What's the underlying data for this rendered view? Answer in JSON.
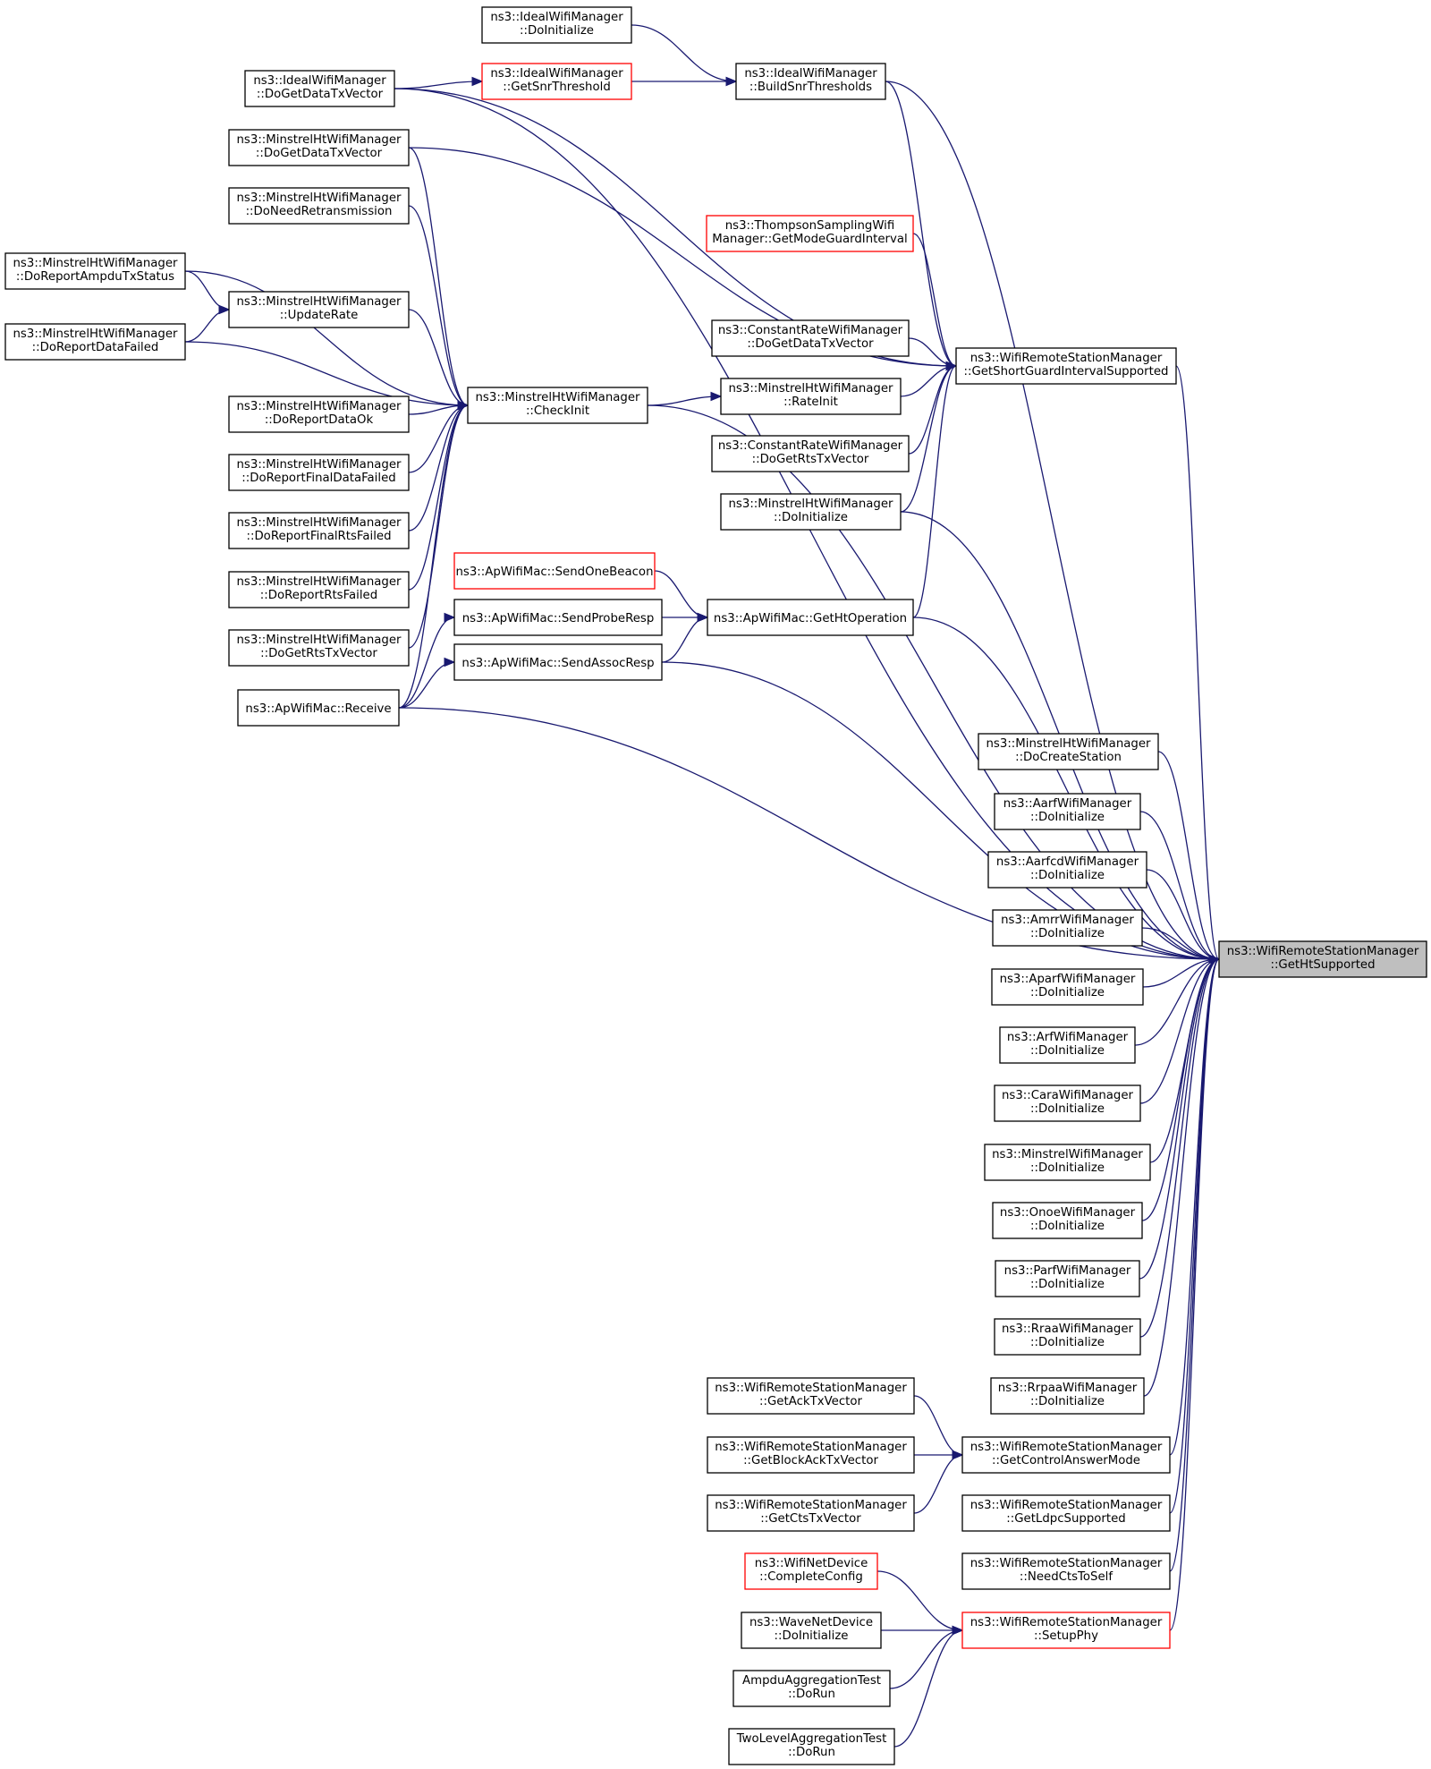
{
  "graph": {
    "colors": {
      "edge": "#191970",
      "highlight_border": "#ff0000",
      "focus_fill": "#bfbfbf",
      "node_border": "#000000"
    },
    "focus": "GetHtSupported",
    "nodes": [
      {
        "id": "GetHtSupported",
        "lines": [
          "ns3::WifiRemoteStationManager",
          "::GetHtSupported"
        ],
        "border": "black",
        "focus": true
      },
      {
        "id": "IdealDoInit",
        "lines": [
          "ns3::IdealWifiManager",
          "::DoInitialize"
        ],
        "border": "black"
      },
      {
        "id": "IdealDoGetData",
        "lines": [
          "ns3::IdealWifiManager",
          "::DoGetDataTxVector"
        ],
        "border": "black"
      },
      {
        "id": "IdealGetSnr",
        "lines": [
          "ns3::IdealWifiManager",
          "::GetSnrThreshold"
        ],
        "border": "red"
      },
      {
        "id": "IdealBuildSnr",
        "lines": [
          "ns3::IdealWifiManager",
          "::BuildSnrThresholds"
        ],
        "border": "black"
      },
      {
        "id": "MhtDoGetData",
        "lines": [
          "ns3::MinstrelHtWifiManager",
          "::DoGetDataTxVector"
        ],
        "border": "black"
      },
      {
        "id": "MhtDoNeedRetrans",
        "lines": [
          "ns3::MinstrelHtWifiManager",
          "::DoNeedRetransmission"
        ],
        "border": "black"
      },
      {
        "id": "ThompsonGuard",
        "lines": [
          "ns3::ThompsonSamplingWifi",
          "Manager::GetModeGuardInterval"
        ],
        "border": "red"
      },
      {
        "id": "MhtReportAmpdu",
        "lines": [
          "ns3::MinstrelHtWifiManager",
          "::DoReportAmpduTxStatus"
        ],
        "border": "black"
      },
      {
        "id": "MhtUpdateRate",
        "lines": [
          "ns3::MinstrelHtWifiManager",
          "::UpdateRate"
        ],
        "border": "black"
      },
      {
        "id": "MhtReportDataFailed",
        "lines": [
          "ns3::MinstrelHtWifiManager",
          "::DoReportDataFailed"
        ],
        "border": "black"
      },
      {
        "id": "ConstDoGetData",
        "lines": [
          "ns3::ConstantRateWifiManager",
          "::DoGetDataTxVector"
        ],
        "border": "black"
      },
      {
        "id": "GetShortGuard",
        "lines": [
          "ns3::WifiRemoteStationManager",
          "::GetShortGuardIntervalSupported"
        ],
        "border": "black"
      },
      {
        "id": "MhtRateInit",
        "lines": [
          "ns3::MinstrelHtWifiManager",
          "::RateInit"
        ],
        "border": "black"
      },
      {
        "id": "MhtCheckInit",
        "lines": [
          "ns3::MinstrelHtWifiManager",
          "::CheckInit"
        ],
        "border": "black"
      },
      {
        "id": "MhtReportDataOk",
        "lines": [
          "ns3::MinstrelHtWifiManager",
          "::DoReportDataOk"
        ],
        "border": "black"
      },
      {
        "id": "ConstDoGetRts",
        "lines": [
          "ns3::ConstantRateWifiManager",
          "::DoGetRtsTxVector"
        ],
        "border": "black"
      },
      {
        "id": "MhtReportFinalData",
        "lines": [
          "ns3::MinstrelHtWifiManager",
          "::DoReportFinalDataFailed"
        ],
        "border": "black"
      },
      {
        "id": "MhtDoInit",
        "lines": [
          "ns3::MinstrelHtWifiManager",
          "::DoInitialize"
        ],
        "border": "black"
      },
      {
        "id": "MhtReportFinalRts",
        "lines": [
          "ns3::MinstrelHtWifiManager",
          "::DoReportFinalRtsFailed"
        ],
        "border": "black"
      },
      {
        "id": "ApSendOneBeacon",
        "lines": [
          "ns3::ApWifiMac::SendOneBeacon"
        ],
        "border": "red"
      },
      {
        "id": "MhtReportRts",
        "lines": [
          "ns3::MinstrelHtWifiManager",
          "::DoReportRtsFailed"
        ],
        "border": "black"
      },
      {
        "id": "ApSendProbeResp",
        "lines": [
          "ns3::ApWifiMac::SendProbeResp"
        ],
        "border": "black"
      },
      {
        "id": "ApGetHtOp",
        "lines": [
          "ns3::ApWifiMac::GetHtOperation"
        ],
        "border": "black"
      },
      {
        "id": "MhtDoGetRts",
        "lines": [
          "ns3::MinstrelHtWifiManager",
          "::DoGetRtsTxVector"
        ],
        "border": "black"
      },
      {
        "id": "ApSendAssocResp",
        "lines": [
          "ns3::ApWifiMac::SendAssocResp"
        ],
        "border": "black"
      },
      {
        "id": "ApReceive",
        "lines": [
          "ns3::ApWifiMac::Receive"
        ],
        "border": "black"
      },
      {
        "id": "MhtCreateStation",
        "lines": [
          "ns3::MinstrelHtWifiManager",
          "::DoCreateStation"
        ],
        "border": "black"
      },
      {
        "id": "AarfInit",
        "lines": [
          "ns3::AarfWifiManager",
          "::DoInitialize"
        ],
        "border": "black"
      },
      {
        "id": "AarfcdInit",
        "lines": [
          "ns3::AarfcdWifiManager",
          "::DoInitialize"
        ],
        "border": "black"
      },
      {
        "id": "AmrrInit",
        "lines": [
          "ns3::AmrrWifiManager",
          "::DoInitialize"
        ],
        "border": "black"
      },
      {
        "id": "AparfInit",
        "lines": [
          "ns3::AparfWifiManager",
          "::DoInitialize"
        ],
        "border": "black"
      },
      {
        "id": "ArfInit",
        "lines": [
          "ns3::ArfWifiManager",
          "::DoInitialize"
        ],
        "border": "black"
      },
      {
        "id": "CaraInit",
        "lines": [
          "ns3::CaraWifiManager",
          "::DoInitialize"
        ],
        "border": "black"
      },
      {
        "id": "MinstrelInit",
        "lines": [
          "ns3::MinstrelWifiManager",
          "::DoInitialize"
        ],
        "border": "black"
      },
      {
        "id": "OnoeInit",
        "lines": [
          "ns3::OnoeWifiManager",
          "::DoInitialize"
        ],
        "border": "black"
      },
      {
        "id": "ParfInit",
        "lines": [
          "ns3::ParfWifiManager",
          "::DoInitialize"
        ],
        "border": "black"
      },
      {
        "id": "RraaInit",
        "lines": [
          "ns3::RraaWifiManager",
          "::DoInitialize"
        ],
        "border": "black"
      },
      {
        "id": "RrpaaInit",
        "lines": [
          "ns3::RrpaaWifiManager",
          "::DoInitialize"
        ],
        "border": "black"
      },
      {
        "id": "WrsmGetAck",
        "lines": [
          "ns3::WifiRemoteStationManager",
          "::GetAckTxVector"
        ],
        "border": "black"
      },
      {
        "id": "WrsmGetCtrl",
        "lines": [
          "ns3::WifiRemoteStationManager",
          "::GetControlAnswerMode"
        ],
        "border": "black"
      },
      {
        "id": "WrsmGetBlockAck",
        "lines": [
          "ns3::WifiRemoteStationManager",
          "::GetBlockAckTxVector"
        ],
        "border": "black"
      },
      {
        "id": "WrsmGetCts",
        "lines": [
          "ns3::WifiRemoteStationManager",
          "::GetCtsTxVector"
        ],
        "border": "black"
      },
      {
        "id": "WrsmGetLdpc",
        "lines": [
          "ns3::WifiRemoteStationManager",
          "::GetLdpcSupported"
        ],
        "border": "black"
      },
      {
        "id": "WrsmNeedCts",
        "lines": [
          "ns3::WifiRemoteStationManager",
          "::NeedCtsToSelf"
        ],
        "border": "black"
      },
      {
        "id": "WifiNetComplete",
        "lines": [
          "ns3::WifiNetDevice",
          "::CompleteConfig"
        ],
        "border": "red"
      },
      {
        "id": "WrsmSetupPhy",
        "lines": [
          "ns3::WifiRemoteStationManager",
          "::SetupPhy"
        ],
        "border": "red"
      },
      {
        "id": "WaveDoInit",
        "lines": [
          "ns3::WaveNetDevice",
          "::DoInitialize"
        ],
        "border": "black"
      },
      {
        "id": "AmpduTest",
        "lines": [
          "AmpduAggregationTest",
          "::DoRun"
        ],
        "border": "black"
      },
      {
        "id": "TwoLevelTest",
        "lines": [
          "TwoLevelAggregationTest",
          "::DoRun"
        ],
        "border": "black"
      }
    ],
    "edges": [
      {
        "from": "IdealDoInit",
        "to": "IdealBuildSnr"
      },
      {
        "from": "IdealDoGetData",
        "to": "IdealGetSnr"
      },
      {
        "from": "IdealGetSnr",
        "to": "IdealBuildSnr"
      },
      {
        "from": "IdealBuildSnr",
        "to": "GetShortGuard"
      },
      {
        "from": "IdealBuildSnr",
        "to": "GetHtSupported"
      },
      {
        "from": "IdealDoGetData",
        "to": "GetShortGuard"
      },
      {
        "from": "IdealDoGetData",
        "to": "GetHtSupported"
      },
      {
        "from": "MhtDoGetData",
        "to": "GetShortGuard"
      },
      {
        "from": "MhtDoGetData",
        "to": "MhtCheckInit"
      },
      {
        "from": "MhtDoNeedRetrans",
        "to": "MhtCheckInit"
      },
      {
        "from": "ThompsonGuard",
        "to": "GetShortGuard"
      },
      {
        "from": "MhtReportAmpdu",
        "to": "MhtUpdateRate"
      },
      {
        "from": "MhtReportAmpdu",
        "to": "MhtCheckInit"
      },
      {
        "from": "MhtReportDataFailed",
        "to": "MhtUpdateRate"
      },
      {
        "from": "MhtReportDataFailed",
        "to": "MhtCheckInit"
      },
      {
        "from": "MhtUpdateRate",
        "to": "MhtCheckInit"
      },
      {
        "from": "ConstDoGetData",
        "to": "GetShortGuard"
      },
      {
        "from": "MhtRateInit",
        "to": "GetShortGuard"
      },
      {
        "from": "ConstDoGetRts",
        "to": "GetShortGuard"
      },
      {
        "from": "MhtDoInit",
        "to": "GetShortGuard"
      },
      {
        "from": "ApGetHtOp",
        "to": "GetShortGuard"
      },
      {
        "from": "MhtCheckInit",
        "to": "MhtRateInit"
      },
      {
        "from": "MhtCheckInit",
        "to": "GetHtSupported"
      },
      {
        "from": "MhtReportDataOk",
        "to": "MhtCheckInit"
      },
      {
        "from": "MhtReportFinalData",
        "to": "MhtCheckInit"
      },
      {
        "from": "MhtReportFinalRts",
        "to": "MhtCheckInit"
      },
      {
        "from": "MhtReportRts",
        "to": "MhtCheckInit"
      },
      {
        "from": "MhtDoGetRts",
        "to": "MhtCheckInit"
      },
      {
        "from": "ApReceive",
        "to": "MhtCheckInit"
      },
      {
        "from": "GetShortGuard",
        "to": "GetHtSupported"
      },
      {
        "from": "MhtDoInit",
        "to": "GetHtSupported"
      },
      {
        "from": "ApSendOneBeacon",
        "to": "ApGetHtOp"
      },
      {
        "from": "ApSendProbeResp",
        "to": "ApGetHtOp"
      },
      {
        "from": "ApSendAssocResp",
        "to": "ApGetHtOp"
      },
      {
        "from": "ApGetHtOp",
        "to": "GetHtSupported"
      },
      {
        "from": "ApSendAssocResp",
        "to": "GetHtSupported"
      },
      {
        "from": "ApReceive",
        "to": "ApSendProbeResp"
      },
      {
        "from": "ApReceive",
        "to": "ApSendAssocResp"
      },
      {
        "from": "ApReceive",
        "to": "GetHtSupported"
      },
      {
        "from": "MhtCreateStation",
        "to": "GetHtSupported"
      },
      {
        "from": "AarfInit",
        "to": "GetHtSupported"
      },
      {
        "from": "AarfcdInit",
        "to": "GetHtSupported"
      },
      {
        "from": "AmrrInit",
        "to": "GetHtSupported"
      },
      {
        "from": "AparfInit",
        "to": "GetHtSupported"
      },
      {
        "from": "ArfInit",
        "to": "GetHtSupported"
      },
      {
        "from": "CaraInit",
        "to": "GetHtSupported"
      },
      {
        "from": "MinstrelInit",
        "to": "GetHtSupported"
      },
      {
        "from": "OnoeInit",
        "to": "GetHtSupported"
      },
      {
        "from": "ParfInit",
        "to": "GetHtSupported"
      },
      {
        "from": "RraaInit",
        "to": "GetHtSupported"
      },
      {
        "from": "RrpaaInit",
        "to": "GetHtSupported"
      },
      {
        "from": "WrsmGetCtrl",
        "to": "GetHtSupported"
      },
      {
        "from": "WrsmGetLdpc",
        "to": "GetHtSupported"
      },
      {
        "from": "WrsmNeedCts",
        "to": "GetHtSupported"
      },
      {
        "from": "WrsmSetupPhy",
        "to": "GetHtSupported"
      },
      {
        "from": "WrsmGetAck",
        "to": "WrsmGetCtrl"
      },
      {
        "from": "WrsmGetBlockAck",
        "to": "WrsmGetCtrl"
      },
      {
        "from": "WrsmGetCts",
        "to": "WrsmGetCtrl"
      },
      {
        "from": "WifiNetComplete",
        "to": "WrsmSetupPhy"
      },
      {
        "from": "WaveDoInit",
        "to": "WrsmSetupPhy"
      },
      {
        "from": "AmpduTest",
        "to": "WrsmSetupPhy"
      },
      {
        "from": "TwoLevelTest",
        "to": "WrsmSetupPhy"
      }
    ]
  }
}
